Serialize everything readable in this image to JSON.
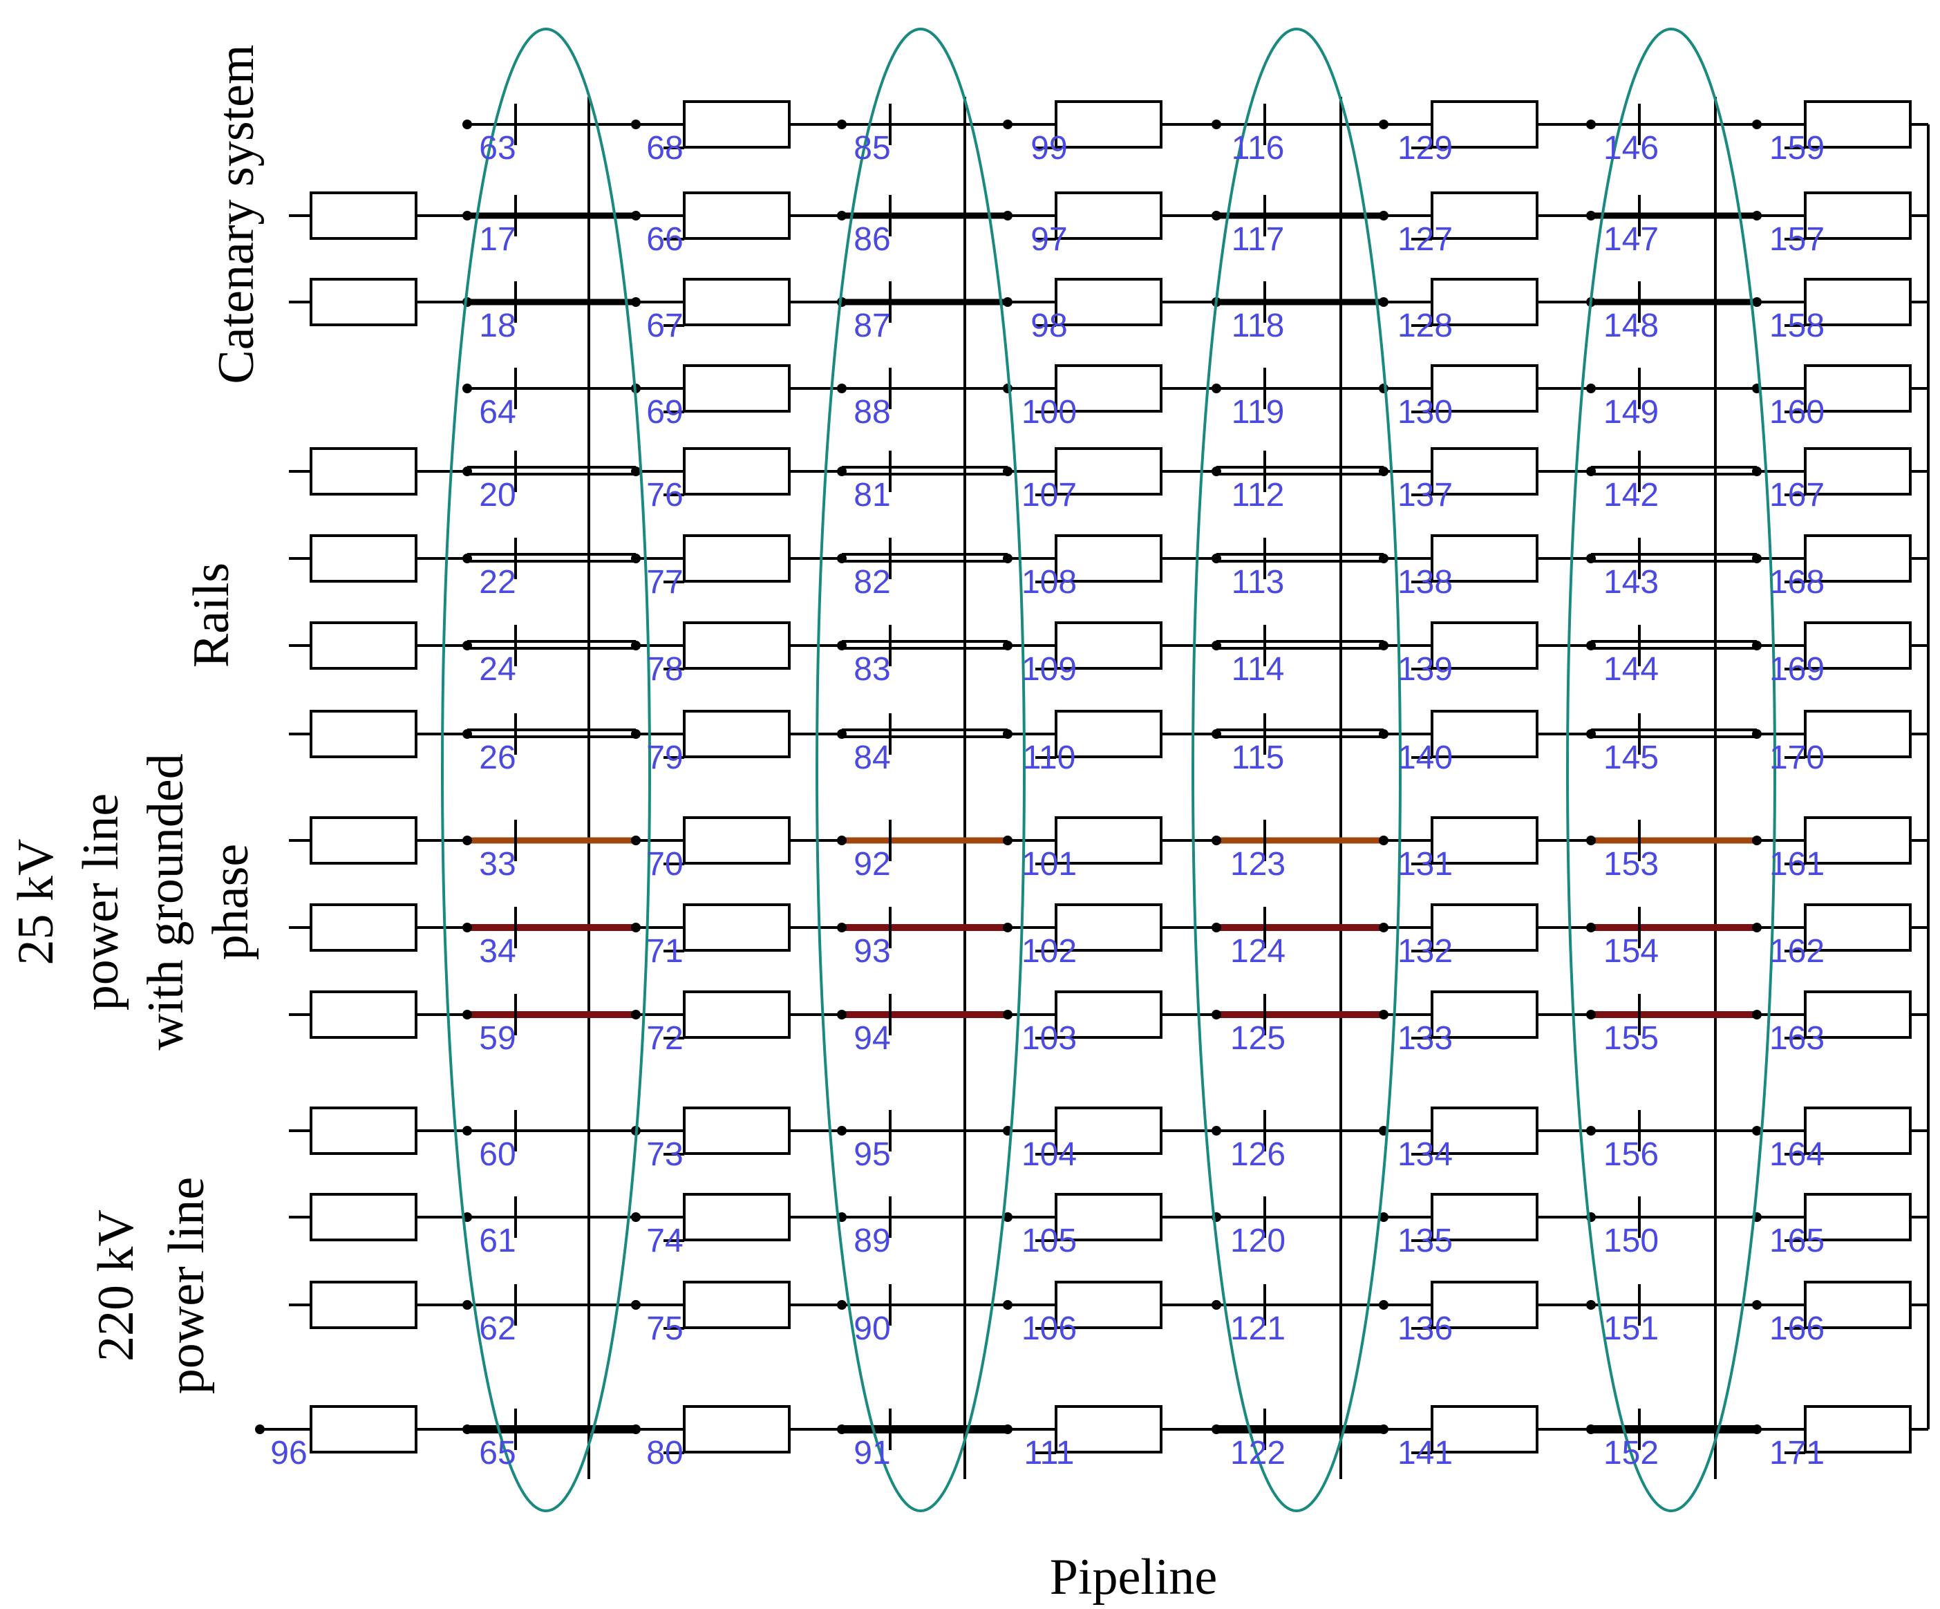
{
  "colors": {
    "wire": "#000000",
    "label": "#4a4ae0",
    "group_label": "#7a1e1e",
    "ellipse": "#1a8a80",
    "link_orange": "#a0460f",
    "link_darkred": "#7a1014"
  },
  "group_labels": {
    "catenary": "Catenary  system",
    "rails": "Rails",
    "line25_a": "25 kV",
    "line25_b": "power line",
    "line25_c": "with grounded",
    "line25_d": "phase",
    "line220_a": "220 kV",
    "line220_b": "power line",
    "pipeline": "Pipeline"
  },
  "rows": [
    {
      "id": "r1",
      "left_box": false,
      "labels": [
        "63",
        "68",
        "85",
        "99",
        "116",
        "129",
        "146",
        "159"
      ],
      "link": "none",
      "group": "catenary"
    },
    {
      "id": "r2",
      "left_box": true,
      "labels": [
        "17",
        "66",
        "86",
        "97",
        "117",
        "127",
        "147",
        "157"
      ],
      "link": "bold",
      "group": "catenary"
    },
    {
      "id": "r3",
      "left_box": true,
      "labels": [
        "18",
        "67",
        "87",
        "98",
        "118",
        "128",
        "148",
        "158"
      ],
      "link": "bold",
      "group": "catenary"
    },
    {
      "id": "r4",
      "left_box": false,
      "labels": [
        "64",
        "69",
        "88",
        "100",
        "119",
        "130",
        "149",
        "160"
      ],
      "link": "none",
      "group": "catenary"
    },
    {
      "id": "r5",
      "left_box": true,
      "labels": [
        "20",
        "76",
        "81",
        "107",
        "112",
        "137",
        "142",
        "167"
      ],
      "link": "double",
      "group": "rails"
    },
    {
      "id": "r6",
      "left_box": true,
      "labels": [
        "22",
        "77",
        "82",
        "108",
        "113",
        "138",
        "143",
        "168"
      ],
      "link": "double",
      "group": "rails"
    },
    {
      "id": "r7",
      "left_box": true,
      "labels": [
        "24",
        "78",
        "83",
        "109",
        "114",
        "139",
        "144",
        "169"
      ],
      "link": "double",
      "group": "rails"
    },
    {
      "id": "r8",
      "left_box": true,
      "labels": [
        "26",
        "79",
        "84",
        "110",
        "115",
        "140",
        "145",
        "170"
      ],
      "link": "double",
      "group": "rails"
    },
    {
      "id": "r9",
      "left_box": true,
      "labels": [
        "33",
        "70",
        "92",
        "101",
        "123",
        "131",
        "153",
        "161"
      ],
      "link": "orange",
      "group": "line25"
    },
    {
      "id": "r10",
      "left_box": true,
      "labels": [
        "34",
        "71",
        "93",
        "102",
        "124",
        "132",
        "154",
        "162"
      ],
      "link": "darkred",
      "group": "line25"
    },
    {
      "id": "r11",
      "left_box": true,
      "labels": [
        "59",
        "72",
        "94",
        "103",
        "125",
        "133",
        "155",
        "163"
      ],
      "link": "darkred",
      "group": "line25"
    },
    {
      "id": "r12",
      "left_box": true,
      "labels": [
        "60",
        "73",
        "95",
        "104",
        "126",
        "134",
        "156",
        "164"
      ],
      "link": "none",
      "group": "line220"
    },
    {
      "id": "r13",
      "left_box": true,
      "labels": [
        "61",
        "74",
        "89",
        "105",
        "120",
        "135",
        "150",
        "165"
      ],
      "link": "none",
      "group": "line220"
    },
    {
      "id": "r14",
      "left_box": true,
      "labels": [
        "62",
        "75",
        "90",
        "106",
        "121",
        "136",
        "151",
        "166"
      ],
      "link": "none",
      "group": "line220"
    },
    {
      "id": "r15",
      "left_box": true,
      "first_label": "96",
      "labels": [
        "65",
        "80",
        "91",
        "111",
        "122",
        "141",
        "152",
        "171"
      ],
      "link": "heavy",
      "group": "pipeline"
    }
  ]
}
